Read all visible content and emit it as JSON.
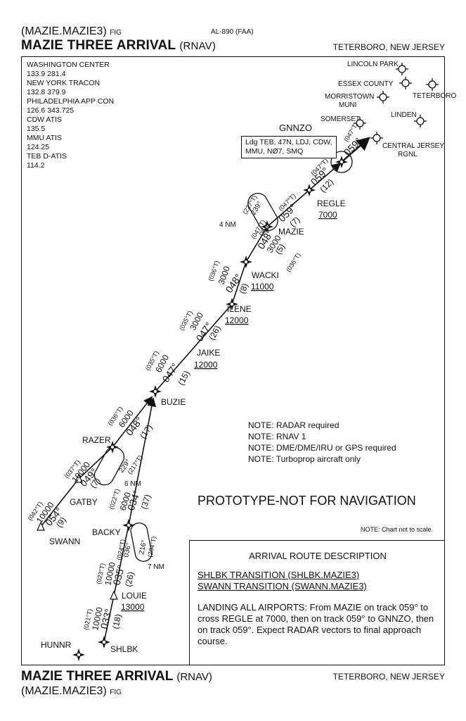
{
  "header": {
    "code": "(MAZIE.MAZIE3)",
    "code_suffix": "FIG",
    "chart_id": "AL-890 (FAA)",
    "title": "MAZIE THREE ARRIVAL",
    "title_suffix": "(RNAV)",
    "location": "TETERBORO, NEW JERSEY"
  },
  "footer": {
    "title": "MAZIE THREE ARRIVAL",
    "title_suffix": "(RNAV)",
    "location": "TETERBORO, NEW JERSEY",
    "code": "(MAZIE.MAZIE3)",
    "code_suffix": "FIG"
  },
  "comms": [
    "WASHINGTON CENTER",
    "133.9  281.4",
    "NEW YORK TRACON",
    "132.8  379.9",
    "PHILADELPHIA APP CON",
    "126.6  343.725",
    "CDW ATIS",
    "135.5",
    "MMU ATIS",
    "124.25",
    "TEB D-ATIS",
    "114.2"
  ],
  "airports": {
    "lincoln_park": "LINCOLN PARK",
    "essex_county": "ESSEX COUNTY",
    "morristown_1": "MORRISTOWN",
    "morristown_2": "MUNI",
    "teterboro": "TETERBORO",
    "linden": "LINDEN",
    "somerset": "SOMERSET",
    "central_jersey_1": "CENTRAL JERSEY",
    "central_jersey_2": "RGNL"
  },
  "gnnzo": {
    "name": "GNNZO",
    "box_line1": "Ldg TEB, 47N, LDJ, CDW,",
    "box_line2": "MMU, NØ7, SMQ"
  },
  "fixes": {
    "regle": "REGLE",
    "regle_alt": "7000",
    "mazie": "MAZIE",
    "wacki": "WACKI",
    "wacki_alt": "11000",
    "ilene": "ILENE",
    "ilene_alt": "12000",
    "jaike": "JAIKE",
    "jaike_alt": "12000",
    "buzie": "BUZIE",
    "razer": "RAZER",
    "gatby": "GATBY",
    "swann": "SWANN",
    "backy": "BACKY",
    "louie": "LOUIE",
    "louie_alt": "13000",
    "shlbk": "SHLBK",
    "hunnr": "HUNNR"
  },
  "legs": {
    "gnnzo_true": "(047°T)",
    "gnnzo_course": "059°",
    "regle_true": "(047°T)",
    "regle_course": "059°",
    "regle_dist": "(12)",
    "mazie_true": "(047°T)",
    "mazie_course": "059°",
    "mazie_dist": "(7)",
    "hold_mazie_dist": "4 NM",
    "hold_mazie_in_true": "(227°T)",
    "hold_mazie_in": "239°",
    "hold_mazie_out_true": "(047°T)",
    "hold_mazie_out": "059°",
    "wacki_course": "048°",
    "wacki_alt": "3000",
    "wacki_dist": "(5)",
    "wacki_true": "(036°T)",
    "ilene_true": "(036°T)",
    "ilene_alt": "3000",
    "ilene_course": "048°",
    "ilene_dist": "(8)",
    "jaike_true": "(035°T)",
    "jaike_alt": "3000",
    "jaike_course": "047°",
    "jaike_dist": "(26)",
    "buzie_true": "(035°T)",
    "buzie_alt": "6000",
    "buzie_course": "047°",
    "buzie_dist": "(15)",
    "razer_true": "(036°T)",
    "razer_alt": "6000",
    "razer_course": "048°",
    "razer_dist": "(17)",
    "hold_razer_dist": "6 NM",
    "hold_razer_in": "229°",
    "hold_razer_in_true": "(217°T)",
    "gatby_true": "(037°T)",
    "gatby_alt": "10000",
    "gatby_course": "049°",
    "gatby_dist": "(7)",
    "swann_true": "(042°T)",
    "swann_alt": "10000",
    "swann_course": "054°",
    "swann_dist": "(9)",
    "backy_true": "(022°T)",
    "backy_alt": "6000",
    "backy_course": "034°",
    "backy_dist": "(37)",
    "hold_backy_dist": "7 NM",
    "hold_backy_in": "216°",
    "hold_backy_in_true": "(204°T)",
    "hold_backy_out_true": "(024°T)",
    "hold_backy_out": "036°",
    "louie_true": "(023°T)",
    "louie_alt": "10000",
    "louie_course": "035°",
    "louie_dist": "(26)",
    "shlbk_true": "(021°T)",
    "shlbk_alt": "10000",
    "shlbk_course": "033°",
    "shlbk_dist": "(18)"
  },
  "notes": [
    "NOTE:  RADAR required",
    "NOTE:  RNAV 1",
    "NOTE:  DME/DME/IRU or GPS required",
    "NOTE:  Turboprop aircraft only"
  ],
  "prototype": "PROTOTYPE-NOT FOR NAVIGATION",
  "not_to_scale": "NOTE:  Chart not to scale.",
  "description": {
    "title": "ARRIVAL ROUTE DESCRIPTION",
    "transition1": "SHLBK TRANSITION (SHLBK.MAZIE3)",
    "transition2": "SWANN TRANSITION (SWANN.MAZIE3)",
    "landing": "LANDING ALL AIRPORTS: From MAZIE on track 059° to cross REGLE at 7000, then on track 059° to GNNZO, then on track 059°. Expect RADAR vectors to final approach course."
  }
}
